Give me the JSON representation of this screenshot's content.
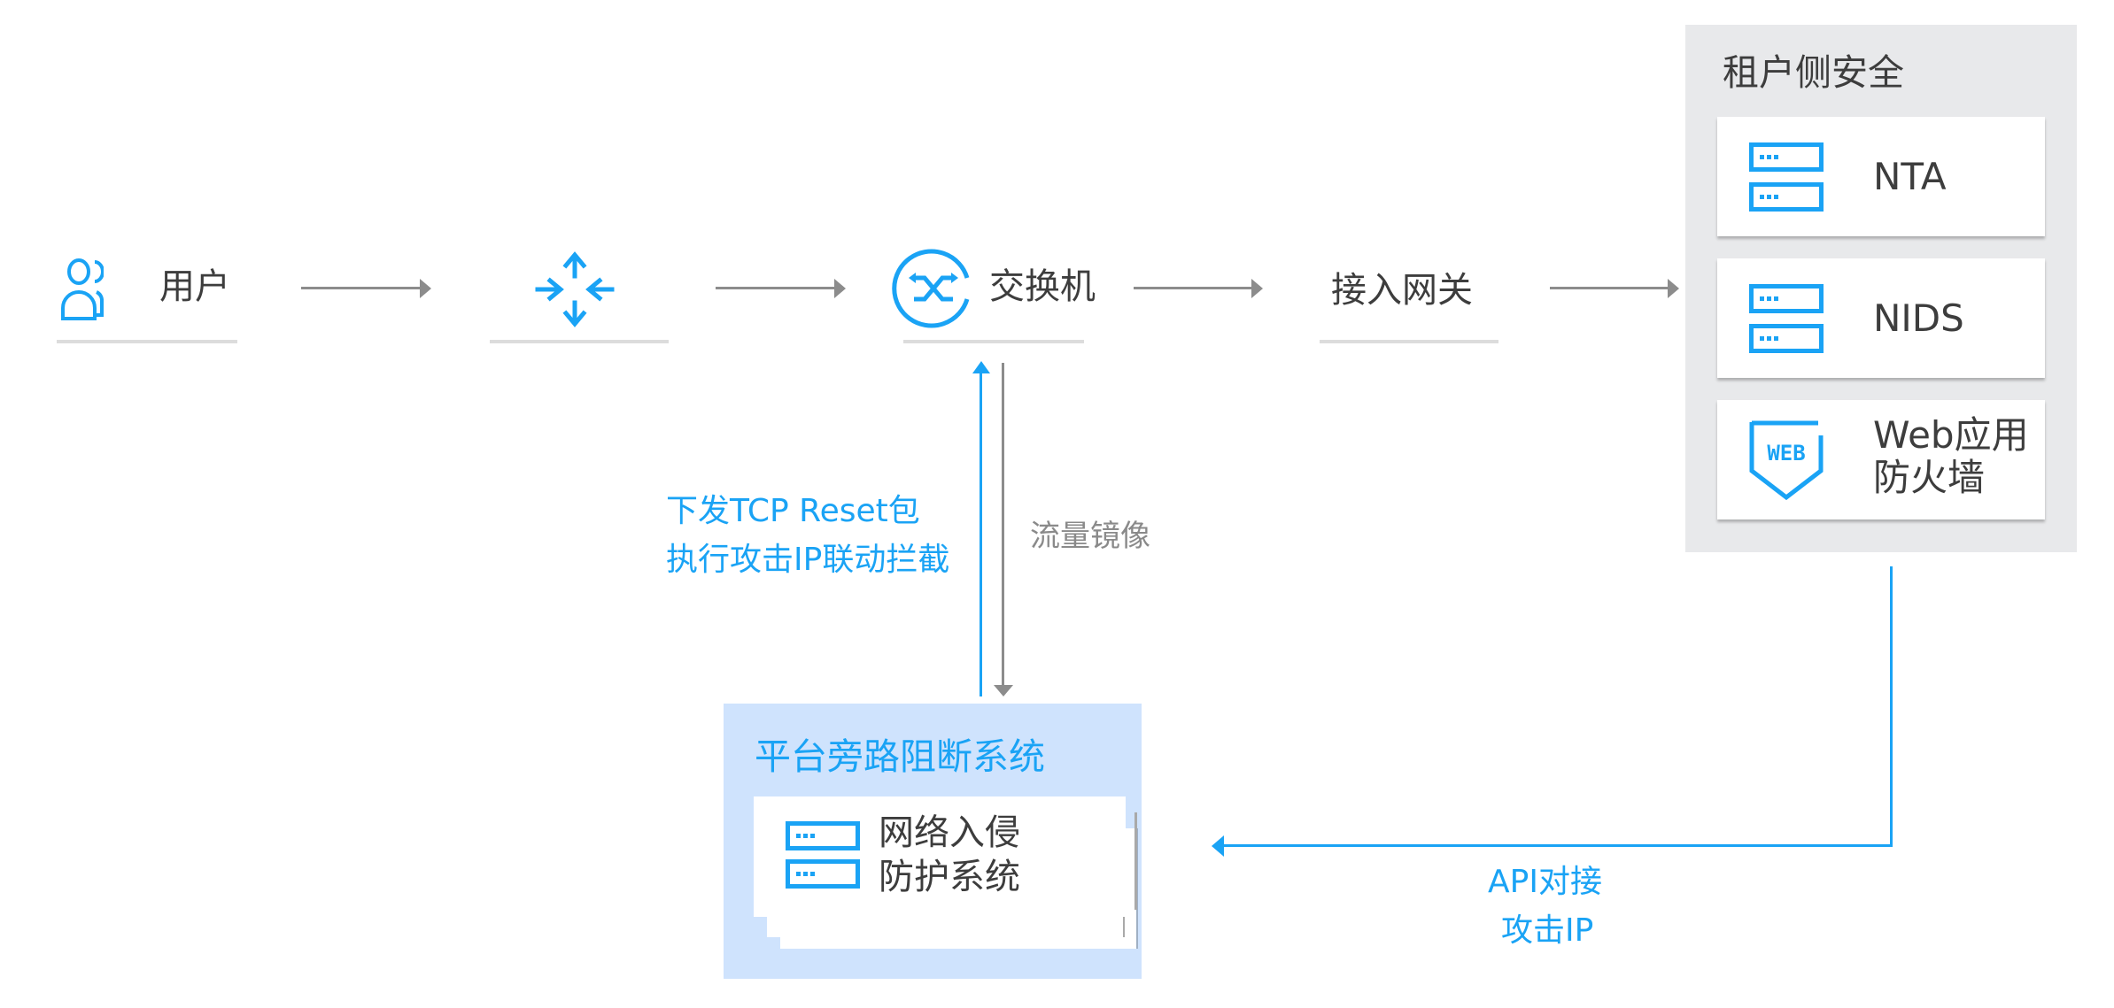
{
  "colors": {
    "accent_blue": "#1aa3f5",
    "text_dark": "#3d3d3d",
    "text_gray": "#8a8a8a",
    "arrow_gray": "#8c8c8c",
    "group_gray_bg": "#e8e9eb",
    "group_blue_bg": "#cfe3fd"
  },
  "flow": {
    "nodes": [
      {
        "id": "user",
        "label": "用户",
        "icon": "users-icon"
      },
      {
        "id": "router",
        "label": "",
        "icon": "router-icon"
      },
      {
        "id": "switch",
        "label": "交换机",
        "icon": "switch-icon"
      },
      {
        "id": "gateway",
        "label": "接入网关",
        "icon": ""
      }
    ]
  },
  "tenant_group": {
    "title": "租户侧安全",
    "items": [
      {
        "label": "NTA",
        "icon": "server-icon"
      },
      {
        "label": "NIDS",
        "icon": "server-icon"
      },
      {
        "label_line1": "Web应用",
        "label_line2": "防火墙",
        "icon": "web-shield-icon"
      }
    ]
  },
  "platform_group": {
    "title": "平台旁路阻断系统",
    "item": {
      "label_line1": "网络入侵",
      "label_line2": "防护系统",
      "icon": "server-icon"
    }
  },
  "edges": {
    "reset": {
      "line1": "下发TCP Reset包",
      "line2": "执行攻击IP联动拦截"
    },
    "mirror": {
      "label": "流量镜像"
    },
    "api": {
      "line1": "API对接",
      "line2": "攻击IP"
    }
  }
}
